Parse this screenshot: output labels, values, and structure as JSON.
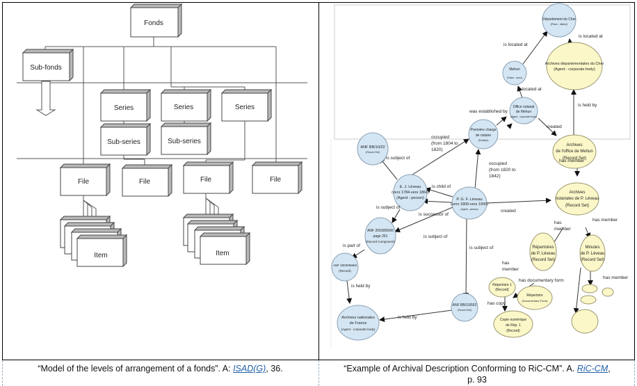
{
  "left_figure": {
    "title": "Model of the levels of arrangement of a fonds",
    "nodes": {
      "fonds": "Fonds",
      "sub_fonds": "Sub-fonds",
      "series": [
        "Series",
        "Series",
        "Series"
      ],
      "sub_series": [
        "Sub-series",
        "Sub-series"
      ],
      "files": [
        "File",
        "File",
        "File",
        "File"
      ],
      "items": [
        "Item",
        "Item"
      ]
    }
  },
  "right_figure": {
    "title": "Example of Archival Description Conforming to RiC-CM",
    "nodes": {
      "dept_cher": {
        "name": "Département du Cher",
        "type": "(Place - district)"
      },
      "mehun": {
        "name": "Mehun",
        "type": "(Place - town)"
      },
      "archives_dept": {
        "name": "Archives départementales du Cher",
        "type": "(Agent - corporate body)"
      },
      "office_notarial": {
        "name1": "Office notarial",
        "name2": "de Mehun",
        "type": "(Agent - corporate body)"
      },
      "premiere_charge": {
        "name1": "Première charge",
        "name2": "de notaire",
        "type": "(Position)"
      },
      "anf_bb1022": {
        "name": "ANF BB/10/22",
        "type": "(Record Set)"
      },
      "ej_leveau": {
        "name1": "E. J. Léveau",
        "name2": "(vers 1784-vers 1864)",
        "type": "(Agent - person)"
      },
      "pgf_leveau": {
        "name1": "P. G. F. Léveau",
        "name2": "(vers 1800-vers 1900)",
        "type": "(Agent - person)"
      },
      "archives_office": {
        "name1": "Archives",
        "name2": "de l'office de Mehun",
        "type": "(Record Set)"
      },
      "archives_notariales": {
        "name1": "Archives",
        "name2": "notariales de P. Léveau",
        "type": "(Record Set)"
      },
      "anf_page": {
        "name1": "ANF 20030566/6",
        "name2": "page 261",
        "type": "(Record Component)"
      },
      "anf_record": {
        "name": "ANF 20030566/6",
        "type": "(Record)"
      },
      "archives_nationales": {
        "name1": "Archives nationales",
        "name2": "de France",
        "type": "(Agent - corporate body)"
      },
      "anf_bb10552": {
        "name": "ANF BB/10/552",
        "type": "(Record Set)"
      },
      "repertoires": {
        "name1": "Répertoires",
        "name2": "de P. Léveau",
        "type": "(Record Set)"
      },
      "minutes": {
        "name1": "Minutes",
        "name2": "de P. Léveau",
        "type": "(Record Set)"
      },
      "repertoire1": {
        "name": "Répertoire 1",
        "type": "(Record)"
      },
      "repertoire_form": {
        "name": "Répertoire",
        "type": "(Documentary Form)"
      },
      "copie": {
        "name1": "Copie numérique",
        "name2": "de Rép. 1",
        "type": "(Record)"
      }
    },
    "edges": {
      "is_located_at": "is located at",
      "is_held_by": "is held by",
      "was_established_by": "was established by",
      "created": "created",
      "occupied": "occupied",
      "from_1804": "(from 1804 to",
      "to_1820": "1820)",
      "from_1820": "(from 1820 to",
      "to_1842": "1842)",
      "is_subject_of": "is subject of",
      "is_child_of": "is child of",
      "is_successor_of": "is successor of",
      "is_part_of": "is part of",
      "has_member": "has member",
      "has": "has",
      "member": "member",
      "has_documentary_form": "has documentary form",
      "has_copy": "has copy"
    }
  },
  "captions": {
    "left": {
      "text": "“Model of the levels of arrangement of a fonds”. A: ",
      "link": "ISAD(G)",
      "suffix": ", 36."
    },
    "right": {
      "text": "“Example of Archival Description Conforming to RiC-CM”. A. ",
      "link": "RiC-CM",
      "suffix": ",",
      "line2": "p. 93"
    }
  },
  "colors": {
    "node_blue": "#d4e6f4",
    "node_yellow": "#fbf7c8",
    "box_shade": "#b8b8b8",
    "link": "#1f5fa8"
  }
}
